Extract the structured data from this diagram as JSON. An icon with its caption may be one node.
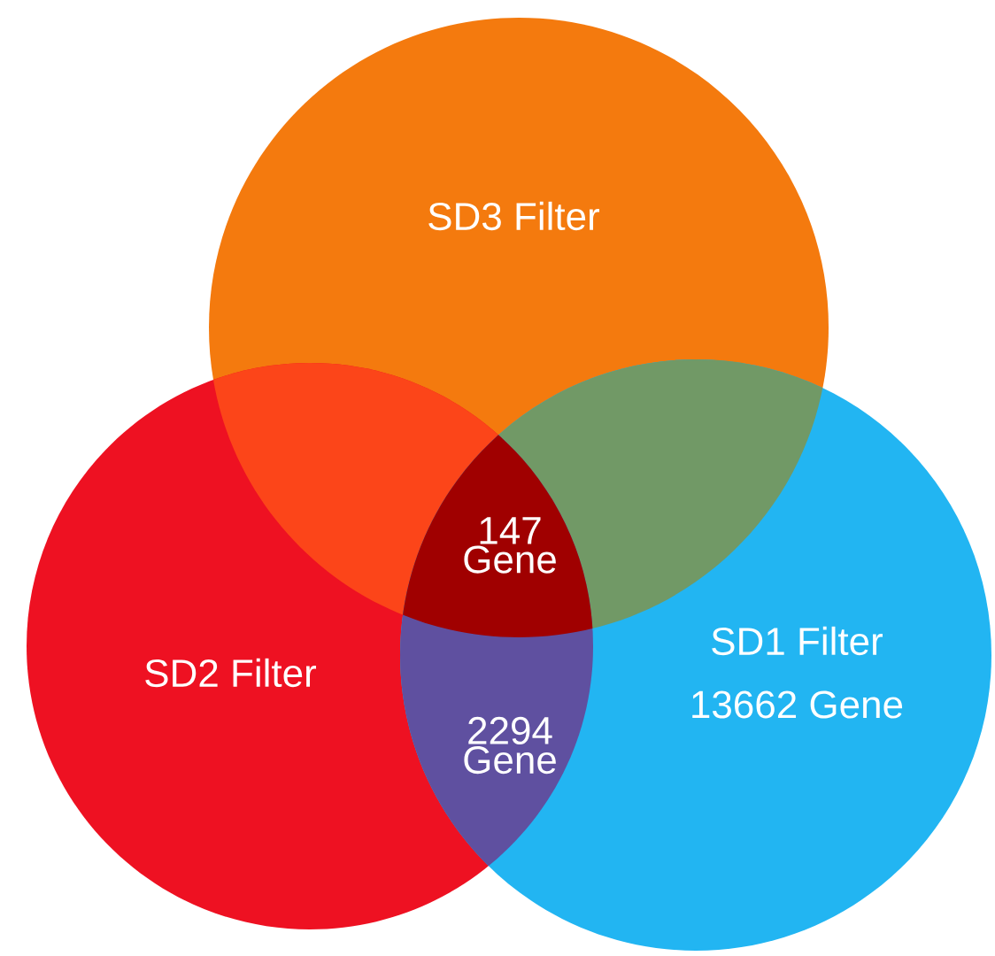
{
  "diagram": {
    "nodes": [
      {
        "text": [
          "SD3 Filter"
        ]
      },
      {
        "text": [
          "SD2 Filter"
        ]
      },
      {
        "text": [
          "SD1 Filter",
          "13662 Gene"
        ]
      }
    ],
    "labels": [
      "147 Gene",
      "2294 Gene"
    ]
  }
}
